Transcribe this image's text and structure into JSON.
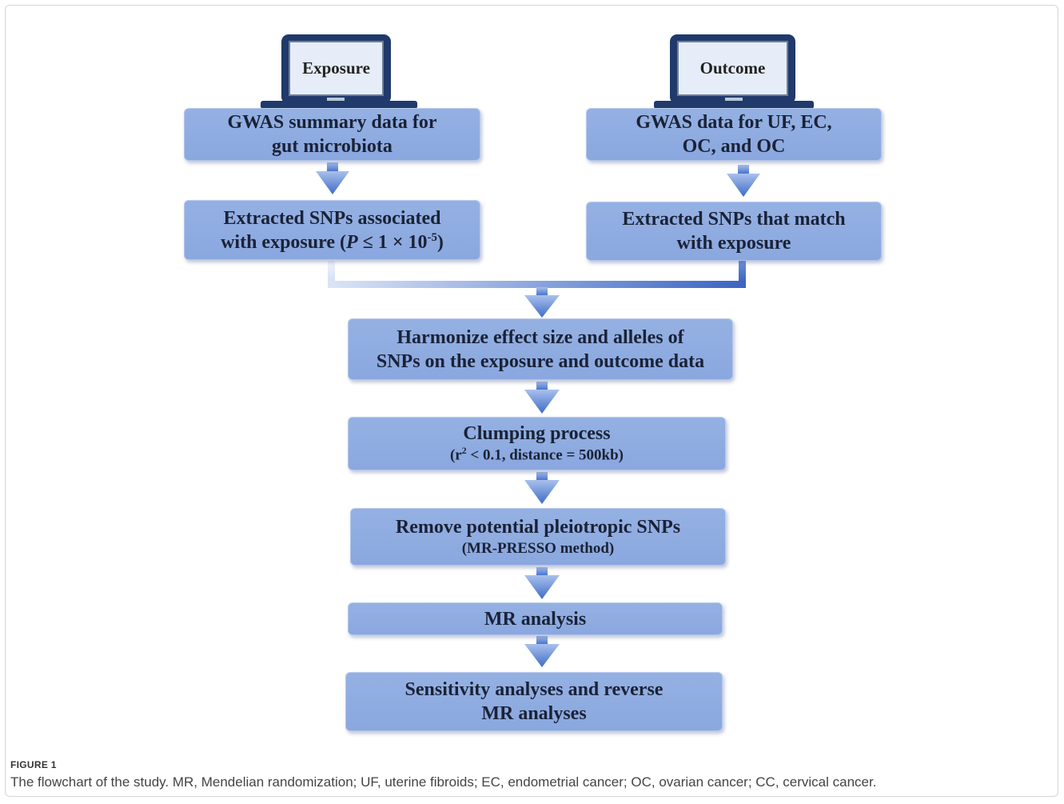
{
  "exposure_label": "Exposure",
  "outcome_label": "Outcome",
  "boxes": {
    "gwas_exposure": {
      "line1": "GWAS summary data for",
      "line2": "gut microbiota"
    },
    "gwas_outcome": {
      "line1": "GWAS data for UF, EC,",
      "line2": "OC, and OC"
    },
    "extract_exposure": {
      "line1": "Extracted SNPs associated",
      "line2_pre": "with exposure (",
      "p": "P",
      "line2_mid": " ≤ 1 × 10",
      "exp": "-5",
      "line2_post": ")"
    },
    "extract_outcome": {
      "line1": "Extracted SNPs that match",
      "line2": "with exposure"
    },
    "harmonize": {
      "line1": "Harmonize effect size and alleles of",
      "line2": "SNPs on the exposure and outcome data"
    },
    "clumping": {
      "line1": "Clumping process",
      "line2_pre": "(r",
      "sup": "2",
      "line2_post": " < 0.1, distance = 500kb)"
    },
    "pleiotropy": {
      "line1": "Remove potential pleiotropic SNPs",
      "line2": "(MR-PRESSO method)"
    },
    "mr": {
      "line1": "MR analysis"
    },
    "sensitivity": {
      "line1": "Sensitivity analyses and reverse",
      "line2": "MR analyses"
    }
  },
  "figure_label": "FIGURE 1",
  "caption": "The flowchart of the study. MR, Mendelian randomization; UF, uterine fibroids; EC, endometrial cancer; OC, ovarian cancer; CC, cervical cancer.",
  "colors": {
    "box": "#8eabe1",
    "arrow": "#4f79d1",
    "monitor": "#1f3a6b"
  }
}
